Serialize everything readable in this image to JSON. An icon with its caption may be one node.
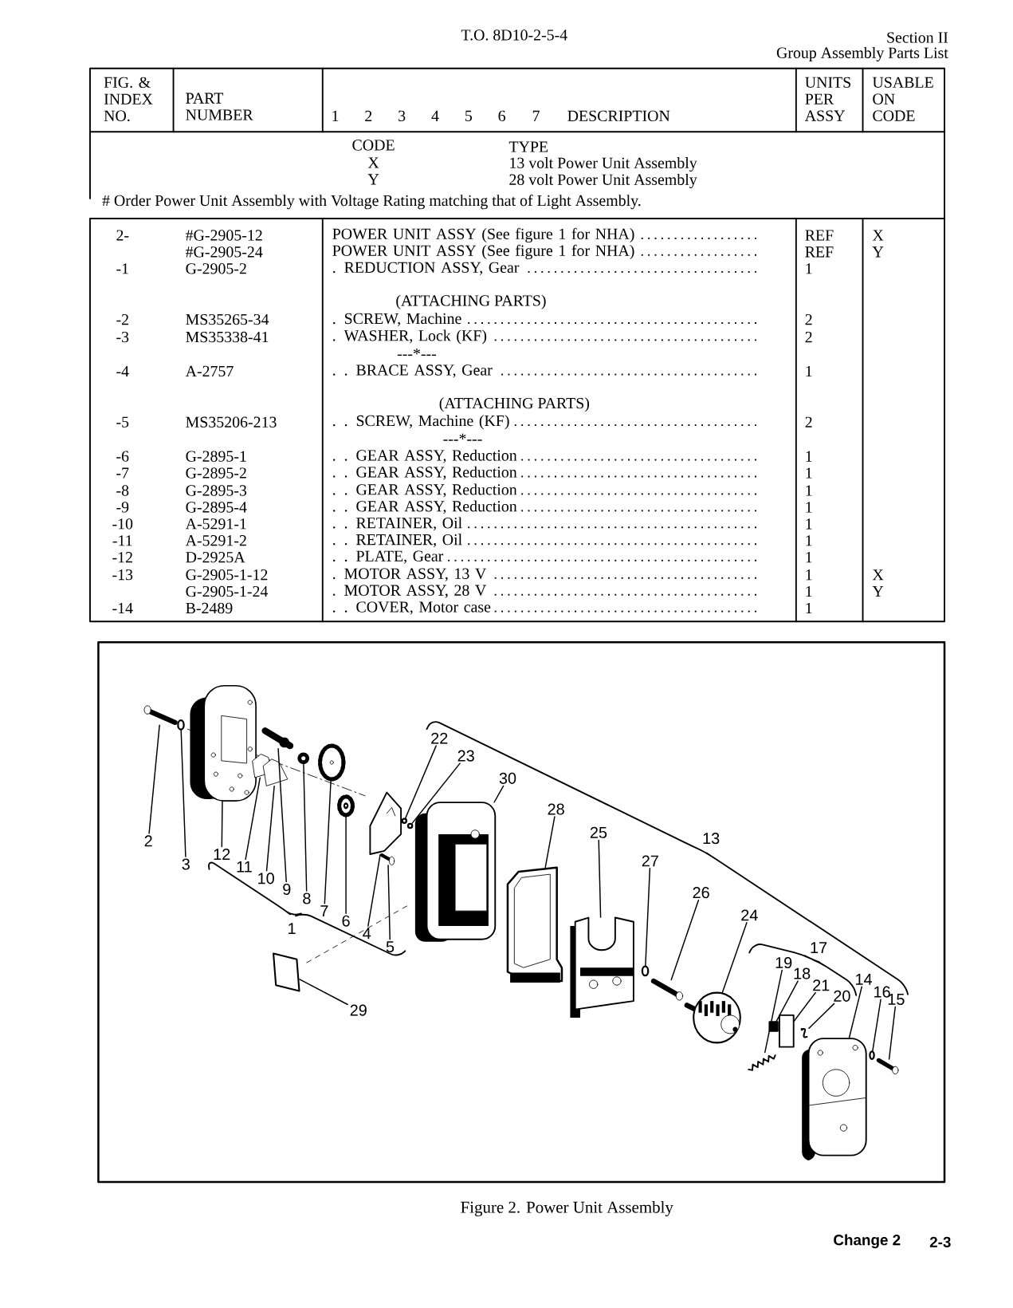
{
  "diagram": {
    "caption": "Figure 2.  Power Unit Assembly",
    "nodes": [
      {
        "text": [
          "2"
        ]
      },
      {
        "text": [
          "3"
        ]
      },
      {
        "text": [
          "12"
        ]
      },
      {
        "text": [
          "11"
        ]
      },
      {
        "text": [
          "10"
        ]
      },
      {
        "text": [
          "9"
        ]
      },
      {
        "text": [
          "8"
        ]
      },
      {
        "text": [
          "7"
        ]
      },
      {
        "text": [
          "6"
        ]
      },
      {
        "text": [
          "4"
        ]
      },
      {
        "text": [
          "5"
        ]
      },
      {
        "text": [
          "22"
        ]
      },
      {
        "text": [
          "23"
        ]
      },
      {
        "text": [
          "30"
        ]
      },
      {
        "text": [
          "28"
        ]
      },
      {
        "text": [
          "25"
        ]
      },
      {
        "text": [
          "27"
        ]
      },
      {
        "text": [
          "26"
        ]
      },
      {
        "text": [
          "24"
        ]
      },
      {
        "text": [
          "19"
        ]
      },
      {
        "text": [
          "18"
        ]
      },
      {
        "text": [
          "21"
        ]
      },
      {
        "text": [
          "20"
        ]
      },
      {
        "text": [
          "14"
        ]
      },
      {
        "text": [
          "16"
        ]
      },
      {
        "text": [
          "15"
        ]
      },
      {
        "text": [
          "29"
        ]
      },
      {
        "text": [],
        "shape": "picture"
      },
      {
        "text": [],
        "shape": "circle"
      },
      {
        "text": [],
        "shape": "picture"
      },
      {
        "text": [],
        "shape": "picture"
      },
      {
        "text": [],
        "shape": "picture"
      },
      {
        "text": [],
        "shape": "picture"
      },
      {
        "text": [],
        "shape": "picture"
      },
      {
        "text": [],
        "shape": "picture"
      },
      {
        "text": [],
        "shape": "picture"
      },
      {
        "text": [],
        "shape": "picture"
      },
      {
        "text": [],
        "shape": "picture"
      },
      {
        "text": [],
        "shape": "picture"
      },
      {
        "text": [],
        "shape": "circle"
      },
      {
        "text": [],
        "shape": "circle"
      },
      {
        "text": [],
        "shape": "picture"
      },
      {
        "text": [],
        "shape": "picture"
      },
      {
        "text": [],
        "shape": "picture"
      },
      {
        "text": [],
        "shape": "circle"
      },
      {
        "text": [],
        "shape": "picture"
      },
      {
        "text": [],
        "shape": "picture"
      },
      {
        "text": [],
        "shape": "picture"
      },
      {
        "text": [],
        "shape": "box"
      },
      {
        "text": [],
        "shape": "box"
      },
      {
        "text": [],
        "shape": "picture"
      },
      {
        "text": [],
        "shape": "picture"
      },
      {
        "text": [],
        "shape": "circle"
      },
      {
        "text": [],
        "shape": "picture"
      }
    ],
    "edges": [
      {
        "from": 0,
        "to": 27,
        "arrow": "none"
      },
      {
        "from": 1,
        "to": 28,
        "arrow": "none"
      },
      {
        "from": 2,
        "to": 29,
        "arrow": "none"
      },
      {
        "from": 3,
        "to": 30,
        "arrow": "none"
      },
      {
        "from": 4,
        "to": 31,
        "arrow": "none"
      },
      {
        "from": 5,
        "to": 32,
        "arrow": "none"
      },
      {
        "from": 6,
        "to": 34,
        "arrow": "none"
      },
      {
        "from": 7,
        "to": 35,
        "arrow": "none"
      },
      {
        "from": 8,
        "to": 36,
        "arrow": "none"
      },
      {
        "from": 9,
        "to": 37,
        "arrow": "none"
      },
      {
        "from": 10,
        "to": 38,
        "arrow": "none"
      },
      {
        "from": 11,
        "to": 39,
        "arrow": "none"
      },
      {
        "from": 12,
        "to": 40,
        "arrow": "none"
      },
      {
        "from": 13,
        "to": 41,
        "arrow": "none"
      },
      {
        "from": 14,
        "to": 42,
        "arrow": "none"
      },
      {
        "from": 15,
        "to": 43,
        "arrow": "none"
      },
      {
        "from": 16,
        "to": 44,
        "arrow": "none"
      },
      {
        "from": 17,
        "to": 45,
        "arrow": "none"
      },
      {
        "from": 18,
        "to": 46,
        "arrow": "none"
      },
      {
        "from": 19,
        "to": 47,
        "arrow": "none"
      },
      {
        "from": 20,
        "to": 48,
        "arrow": "none"
      },
      {
        "from": 21,
        "to": 49,
        "arrow": "none"
      },
      {
        "from": 22,
        "to": 50,
        "arrow": "none"
      },
      {
        "from": 23,
        "to": 51,
        "arrow": "none"
      },
      {
        "from": 24,
        "to": 52,
        "arrow": "none"
      },
      {
        "from": 25,
        "to": 53,
        "arrow": "none"
      },
      {
        "from": 26,
        "to": 33,
        "arrow": "none"
      }
    ],
    "labels": [
      "T.O. 8D10-2-5-4",
      "Section II",
      "Group Assembly Parts List",
      "FIG. & INDEX NO.",
      "PART NUMBER",
      "1",
      "2",
      "3",
      "4",
      "5",
      "6",
      "7",
      "DESCRIPTION",
      "UNITS PER ASSY",
      "USABLE ON CODE",
      "CODE",
      "TYPE",
      "X",
      "13 volt Power Unit Assembly",
      "Y",
      "28 volt Power Unit Assembly",
      "# Order Power Unit Assembly with Voltage Rating matching that of Light Assembly.",
      "2-",
      "#G-2905-12",
      "POWER UNIT ASSY (See figure 1 for NHA)",
      "REF",
      "X",
      "#G-2905-24",
      "POWER UNIT ASSY (See figure 1 for NHA)",
      "REF",
      "Y",
      "-1",
      "G-2905-2",
      ". REDUCTION ASSY, Gear",
      "1",
      "(ATTACHING PARTS)",
      "-2",
      "MS35265-34",
      ". SCREW, Machine",
      "2",
      "-3",
      "MS35338-41",
      ". WASHER, Lock (KF)",
      "2",
      "---*---",
      "-4",
      "A-2757",
      ". . BRACE ASSY, Gear",
      "1",
      "(ATTACHING PARTS)",
      "-5",
      "MS35206-213",
      ". . SCREW, Machine (KF)",
      "2",
      "---*---",
      "-6",
      "G-2895-1",
      ". . GEAR ASSY, Reduction",
      "1",
      "-7",
      "G-2895-2",
      ". . GEAR ASSY, Reduction",
      "1",
      "-8",
      "G-2895-3",
      ". . GEAR ASSY, Reduction",
      "1",
      "-9",
      "G-2895-4",
      ". . GEAR ASSY, Reduction",
      "1",
      "-10",
      "A-5291-1",
      ". . RETAINER, Oil",
      "1",
      "-11",
      "A-5291-2",
      ". . RETAINER, Oil",
      "1",
      "-12",
      "D-2925A",
      ". . PLATE, Gear",
      "1",
      "-13",
      "G-2905-1-12",
      ". MOTOR ASSY, 13 V",
      "1",
      "X",
      "G-2905-1-24",
      ". MOTOR ASSY, 28 V",
      "1",
      "Y",
      "-14",
      "B-2489",
      ". . COVER, Motor case",
      "1",
      "1",
      "13",
      "17",
      "Change 2",
      "2-3"
    ]
  }
}
